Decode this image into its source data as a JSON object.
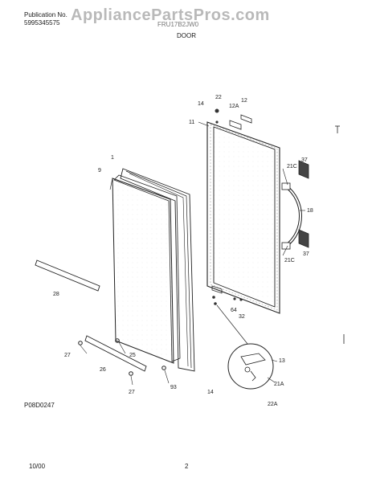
{
  "header": {
    "publication_label": "Publication No.",
    "publication_number": "5995345575",
    "model_obscured": "FRU17B2JW0"
  },
  "watermark": "AppliancePartsPros.com",
  "section_title": "DOOR",
  "callouts": [
    "1",
    "9",
    "11",
    "12",
    "12A",
    "13",
    "14",
    "14",
    "18",
    "21A",
    "21C",
    "21C",
    "22",
    "22A",
    "25",
    "26",
    "27",
    "27",
    "28",
    "32",
    "37",
    "37",
    "64",
    "93"
  ],
  "diagram_code": "P08D0247",
  "footer": {
    "date": "10/00",
    "page": "2"
  }
}
